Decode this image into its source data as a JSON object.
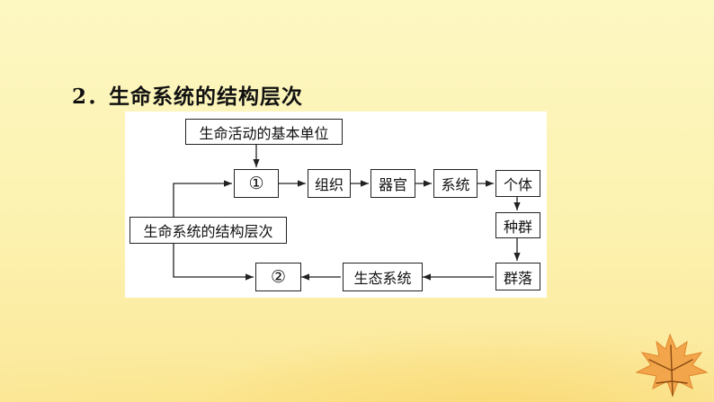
{
  "heading": "2．生命系统的结构层次",
  "nodes": {
    "basic_unit": "生命活动的基本单位",
    "cell": "①",
    "tissue": "组织",
    "organ": "器官",
    "system": "系统",
    "individual": "个体",
    "population": "种群",
    "community": "群落",
    "ecosystem": "生态系统",
    "biosphere": "②",
    "hierarchy": "生命系统的结构层次"
  },
  "colors": {
    "line": "#222222",
    "leaf_fill": "#f2a54a",
    "leaf_vein": "#8a4a12"
  },
  "icons": [
    "maple-leaf-icon"
  ]
}
